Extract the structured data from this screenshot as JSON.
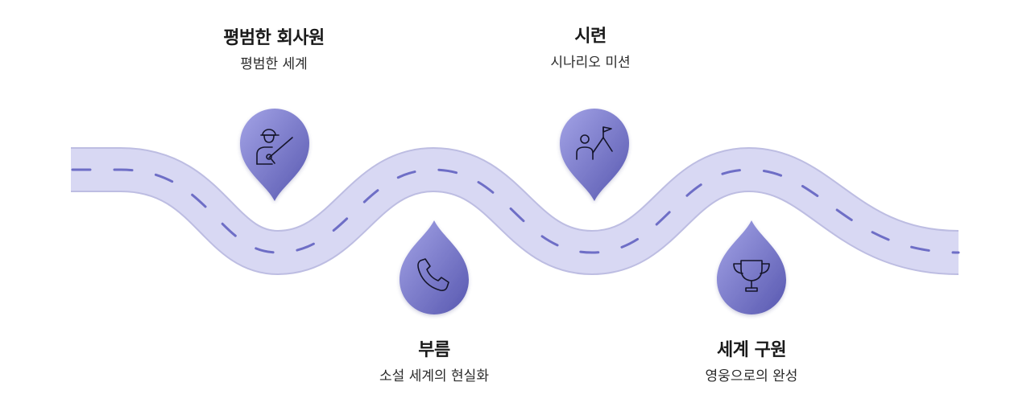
{
  "colors": {
    "road_fill": "#d7d7f2",
    "road_edge": "#b9b9e0",
    "dash": "#6b6bc4",
    "pin_light": "#9a9ae0",
    "pin_dark": "#5d5db4",
    "icon_stroke": "#1a1a2a"
  },
  "milestones": [
    {
      "title": "평범한 회사원",
      "subtitle": "평범한 세계",
      "icon": "worker-with-rifle-icon"
    },
    {
      "title": "시련",
      "subtitle": "시나리오 미션",
      "icon": "person-with-flag-icon"
    },
    {
      "title": "부름",
      "subtitle": "소설 세계의 현실화",
      "icon": "phone-icon"
    },
    {
      "title": "세계 구원",
      "subtitle": "영웅으로의 완성",
      "icon": "trophy-icon"
    }
  ]
}
